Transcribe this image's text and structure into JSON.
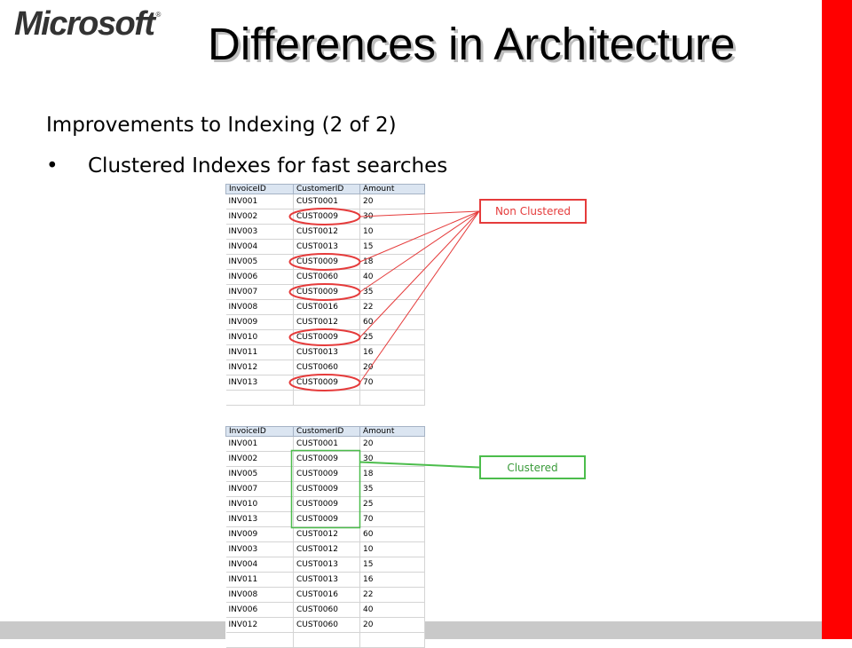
{
  "header": {
    "logo_text": "Microsoft",
    "logo_mark": "®",
    "title": "Differences in Architecture"
  },
  "content": {
    "subtitle": "Improvements to Indexing (2 of 2)",
    "bullet_char": "•",
    "bullet": "Clustered Indexes for fast searches"
  },
  "table_headers": [
    "InvoiceID",
    "CustomerID",
    "Amount"
  ],
  "non_clustered_table": {
    "label": "Non Clustered",
    "rows": [
      [
        "INV001",
        "CUST0001",
        "20"
      ],
      [
        "INV002",
        "CUST0009",
        "30"
      ],
      [
        "INV003",
        "CUST0012",
        "10"
      ],
      [
        "INV004",
        "CUST0013",
        "15"
      ],
      [
        "INV005",
        "CUST0009",
        "18"
      ],
      [
        "INV006",
        "CUST0060",
        "40"
      ],
      [
        "INV007",
        "CUST0009",
        "35"
      ],
      [
        "INV008",
        "CUST0016",
        "22"
      ],
      [
        "INV009",
        "CUST0012",
        "60"
      ],
      [
        "INV010",
        "CUST0009",
        "25"
      ],
      [
        "INV011",
        "CUST0013",
        "16"
      ],
      [
        "INV012",
        "CUST0060",
        "20"
      ],
      [
        "INV013",
        "CUST0009",
        "70"
      ]
    ],
    "highlight_value": "CUST0009"
  },
  "clustered_table": {
    "label": "Clustered",
    "rows": [
      [
        "INV001",
        "CUST0001",
        "20"
      ],
      [
        "INV002",
        "CUST0009",
        "30"
      ],
      [
        "INV005",
        "CUST0009",
        "18"
      ],
      [
        "INV007",
        "CUST0009",
        "35"
      ],
      [
        "INV010",
        "CUST0009",
        "25"
      ],
      [
        "INV013",
        "CUST0009",
        "70"
      ],
      [
        "INV009",
        "CUST0012",
        "60"
      ],
      [
        "INV003",
        "CUST0012",
        "10"
      ],
      [
        "INV004",
        "CUST0013",
        "15"
      ],
      [
        "INV011",
        "CUST0013",
        "16"
      ],
      [
        "INV008",
        "CUST0016",
        "22"
      ],
      [
        "INV006",
        "CUST0060",
        "40"
      ],
      [
        "INV012",
        "CUST0060",
        "20"
      ]
    ]
  },
  "colors": {
    "accent_bar": "#ff0000",
    "non_clustered_annotation": "#e53b3b",
    "clustered_annotation": "#4cbd4c",
    "table_header": "#dbe5f1"
  }
}
